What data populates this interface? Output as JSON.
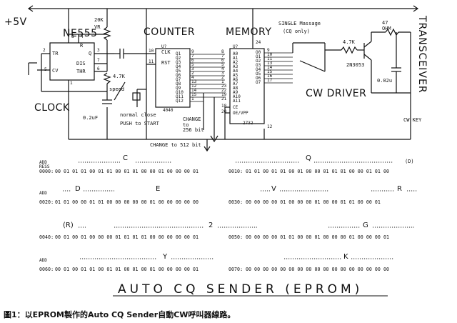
{
  "circuit": {
    "supply": "+5V",
    "ne555": {
      "title": "NE555",
      "pin_8": "8",
      "pin_4": "4",
      "pin_r": "R",
      "tr": "TR",
      "q": "Q",
      "dis": "DIS",
      "thr": "THR",
      "cv": "CV",
      "pin_2": "2",
      "pin_3": "3",
      "pin_5": "5",
      "pin_7": "7",
      "pin_6": "6",
      "pin_1": "1"
    },
    "clock_label": "CLOCK",
    "vr_label": "20K\nVR",
    "r_4k7": "4.7K",
    "speed": "speed",
    "cap_02": "0.2uF",
    "counter": {
      "title": "COUNTER",
      "chip_ref": "U?",
      "chip_name": "4040",
      "clk": "CLK",
      "rst": "RST",
      "pin_10": "10",
      "pin_11": "11",
      "outputs": [
        "Q1",
        "Q2",
        "Q3",
        "Q4",
        "Q5",
        "Q6",
        "Q7",
        "Q8",
        "Q9",
        "Q10",
        "Q11",
        "Q12"
      ],
      "out_pins": [
        "9",
        "7",
        "6",
        "5",
        "3",
        "2",
        "4",
        "13",
        "12",
        "14",
        "15",
        "1"
      ]
    },
    "switch_label": "normal close",
    "push_label": "PUSH to START",
    "change_256": "CHANGE\nto\n256 bit",
    "change_512": "CHANGE to 512 bit",
    "memory": {
      "title": "MEMORY",
      "chip_ref": "U?",
      "chip_name": "2732",
      "vcc_pin": "24",
      "gnd_pin": "12",
      "addr": [
        "A0",
        "A1",
        "A2",
        "A3",
        "A4",
        "A5",
        "A6",
        "A7",
        "A8",
        "A9",
        "A10",
        "A11"
      ],
      "addr_pins": [
        "8",
        "7",
        "6",
        "5",
        "4",
        "3",
        "2",
        "1",
        "23",
        "22",
        "19",
        "21"
      ],
      "ctrl": [
        "CE",
        "OE/VPP"
      ],
      "ctrl_pins": [
        "18",
        "20"
      ],
      "outputs": [
        "O0",
        "O1",
        "O2",
        "O3",
        "O4",
        "O5",
        "O6",
        "O7"
      ],
      "out_pins": [
        "9",
        "10",
        "11",
        "13",
        "14",
        "15",
        "16",
        "17"
      ]
    },
    "single_message": "SINGLE Massage",
    "cq_only": "(CQ only)",
    "r_47k": "4.7K",
    "transistor": "2N3053",
    "r_47ohm": "47\nOHM",
    "cap_002": "0.02u",
    "cw_driver": "CW DRIVER",
    "transceiver": "TRANSCEIVER",
    "cw_key": "CW KEY"
  },
  "rom_table": {
    "rows": [
      {
        "left_addr_top": "ADD",
        "left_addr_mid": "RESS",
        "left_addr": "0000:",
        "left_hex": "00 01 01 01 00 01 01 00 01 01 00 00 01 00 00 00 01",
        "right_addr": "0010:",
        "right_hex": "01 01 00 01 01 00 01 00 00 01 01 01 00 00 01 01 00",
        "chars_left": [
          "C"
        ],
        "chars_right": [
          "Q",
          "(D)"
        ]
      },
      {
        "left_addr_top": "ADD",
        "left_addr": "0020:",
        "left_hex": "01 01 00 00 01 01 00 00 00 00 00 01 00 00 00 00 00",
        "right_addr": "0030:",
        "right_hex": "00 00 00 00 01 00 00 00 01 00 00 01 01 00 00 01",
        "chars_left": [
          "D",
          "E"
        ],
        "chars_right": [
          "V",
          "R"
        ]
      },
      {
        "left_addr_top": "",
        "left_addr": "0040:",
        "left_hex": "00 01 00 01 00 00 00 01 01 01 01 00 00 00 00 00 01",
        "right_addr": "0050:",
        "right_hex": "00 00 00 00 01 01 00 00 01 00 00 00 01 00 00 00 01",
        "chars_left": [
          "(R)",
          "2"
        ],
        "chars_right": [
          "G"
        ]
      },
      {
        "left_addr_top": "ADD",
        "left_addr": "0060:",
        "left_hex": "00 01 00 01 01 00 01 01 00 01 00 01 00 00 00 00 01",
        "right_addr": "0070:",
        "right_hex": "00 00 00 00 00 00 00 00 00 00 00 00 00 00 00 00 00",
        "chars_left": [
          "Y"
        ],
        "chars_right": [
          "K"
        ]
      }
    ]
  },
  "title": "AUTO CQ SENDER (EPROM)",
  "caption": "圖1：以EPROM製作的Auto CQ Sender自動CW呼叫器線路。"
}
